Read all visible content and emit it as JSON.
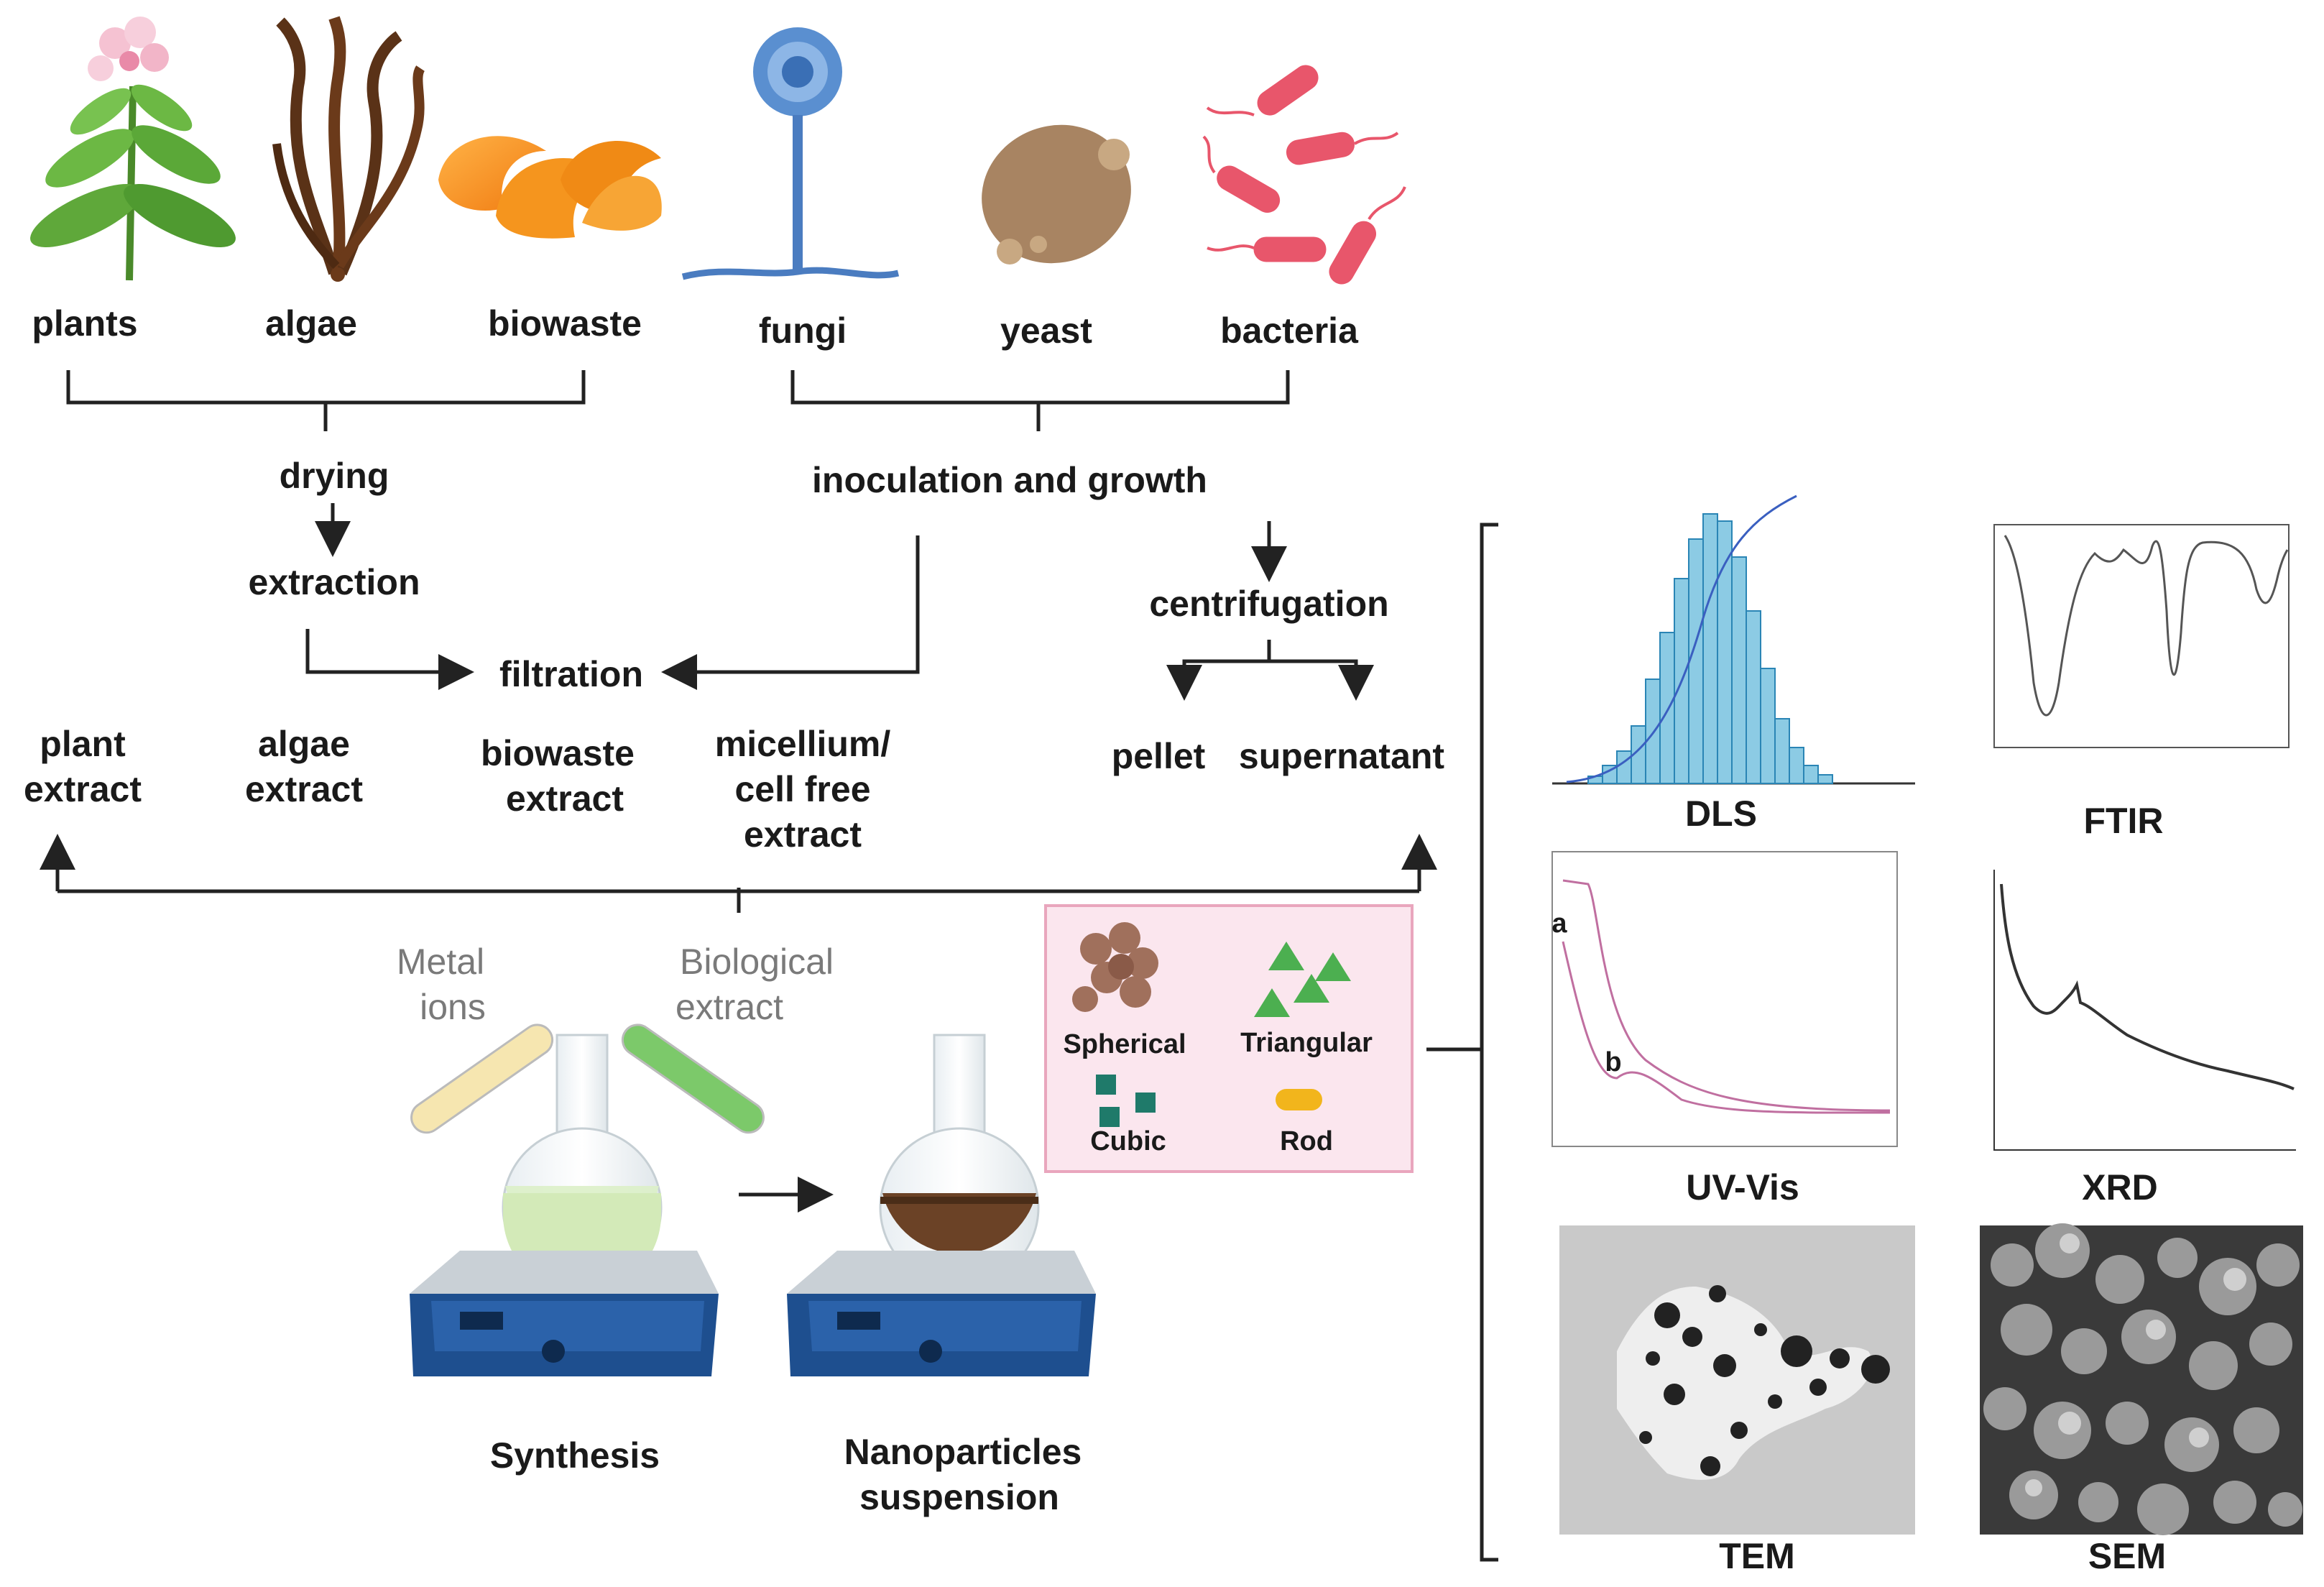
{
  "sources": {
    "plants": "plants",
    "algae": "algae",
    "biowaste": "biowaste",
    "fungi": "fungi",
    "yeast": "yeast",
    "bacteria": "bacteria"
  },
  "process": {
    "drying": "drying",
    "extraction": "extraction",
    "filtration": "filtration",
    "inoculation": "inoculation and growth",
    "centrifugation": "centrifugation",
    "pellet": "pellet",
    "supernatant": "supernatant"
  },
  "extracts": {
    "plant": [
      "plant",
      "extract"
    ],
    "algae": [
      "algae",
      "extract"
    ],
    "biowaste": [
      "biowaste",
      "extract"
    ],
    "micellium": [
      "micellium/",
      "cell free",
      "extract"
    ]
  },
  "synthesis": {
    "metal_ions": [
      "Metal",
      "ions"
    ],
    "biological_extract": [
      "Biological",
      "extract"
    ],
    "synthesis_label": "Synthesis",
    "suspension_label": [
      "Nanoparticles",
      "suspension"
    ]
  },
  "shapes": {
    "spherical": "Spherical",
    "triangular": "Triangular",
    "cubic": "Cubic",
    "rod": "Rod"
  },
  "characterization": {
    "dls": "DLS",
    "ftir": "FTIR",
    "uvvis": "UV-Vis",
    "xrd": "XRD",
    "tem": "TEM",
    "sem": "SEM"
  },
  "uvvis_curves": {
    "a": "a",
    "b": "b"
  },
  "colors": {
    "arrow": "#222222",
    "shapes_panel_bg": "#fbe6ee",
    "shapes_panel_border": "#e9a6bd",
    "shape_fill_spherical": "#a0705c",
    "shape_fill_triangular": "#4caf50",
    "shape_fill_cubic": "#1f7a6a",
    "shape_fill_rod": "#f2b51c",
    "dls_bars": "#4fa3c7",
    "uvvis_curve": "#c06fa0"
  }
}
